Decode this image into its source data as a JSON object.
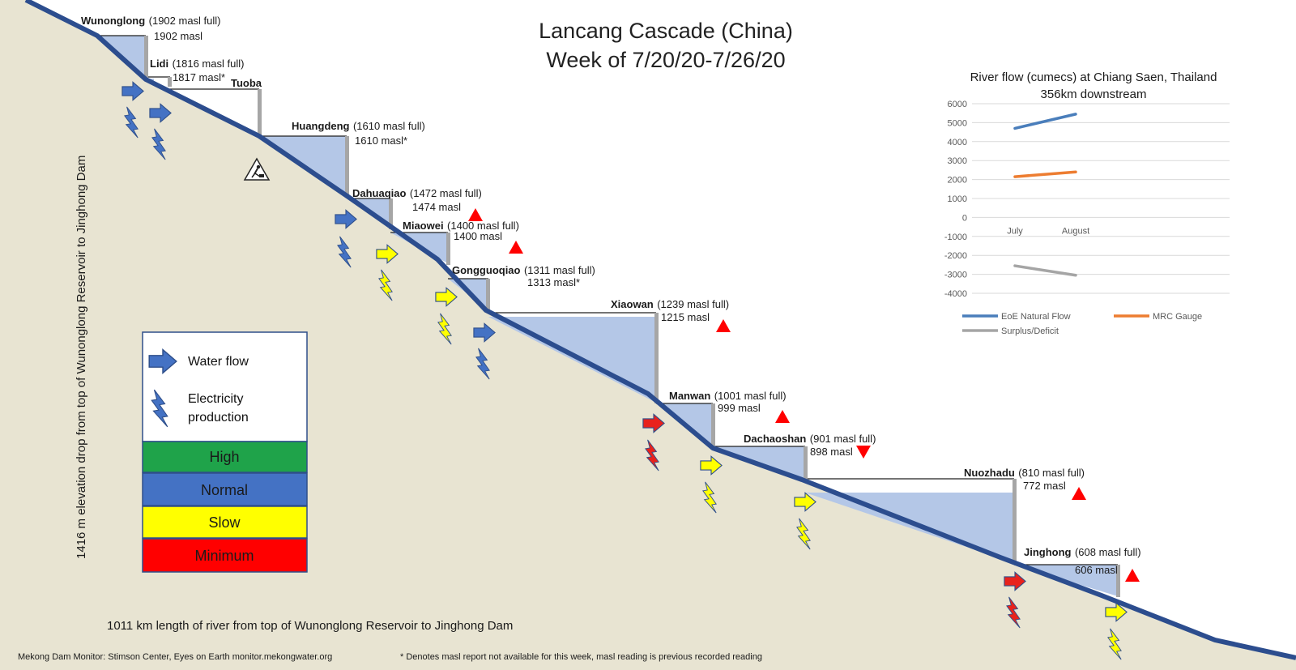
{
  "title": {
    "line1": "Lancang Cascade (China)",
    "line2": "Week of 7/20/20-7/26/20"
  },
  "y_axis_label": "1416 m elevation drop from top of  Wunonglong Reservoir to Jinghong Dam",
  "x_axis_label": "1011 km length of river from top of Wunonglong Reservoir to Jinghong Dam",
  "credit": "Mekong Dam Monitor: Stimson Center, Eyes on Earth  monitor.mekongwater.org",
  "footnote": "* Denotes masl report not available for this week, masl reading is previous recorded reading",
  "dams": [
    {
      "name": "Wunonglong",
      "full": "(1902 masl full)",
      "level": "1902 masl",
      "trend": "none",
      "flow": "normal",
      "power": "normal"
    },
    {
      "name": "Lidi",
      "full": "(1816 masl full)",
      "level": "1817 masl*",
      "trend": "none",
      "flow": "normal",
      "power": "normal"
    },
    {
      "name": "Tuoba",
      "full": "",
      "level": "",
      "trend": "none",
      "flow": "",
      "power": "",
      "construction_icon": "construction-sign-icon"
    },
    {
      "name": "Huangdeng",
      "full": "(1610 masl full)",
      "level": "1610 masl*",
      "trend": "none",
      "flow": "normal",
      "power": "normal"
    },
    {
      "name": "Dahuaqiao",
      "full": "(1472 masl full)",
      "level": "1474 masl",
      "trend": "up",
      "flow": "slow",
      "power": "slow"
    },
    {
      "name": "Miaowei",
      "full": "(1400 masl full)",
      "level": "1400 masl",
      "trend": "up",
      "flow": "slow",
      "power": "slow"
    },
    {
      "name": "Gongguoqiao",
      "full": "(1311 masl full)",
      "level": "1313 masl*",
      "trend": "none",
      "flow": "normal",
      "power": "normal"
    },
    {
      "name": "Xiaowan",
      "full": "(1239 masl full)",
      "level": "1215 masl",
      "trend": "up",
      "flow": "minimum",
      "power": "minimum"
    },
    {
      "name": "Manwan",
      "full": "(1001 masl full)",
      "level": "999 masl",
      "trend": "up",
      "flow": "slow",
      "power": "slow"
    },
    {
      "name": "Dachaoshan",
      "full": "(901 masl full)",
      "level": "898 masl",
      "trend": "down",
      "flow": "slow",
      "power": "slow"
    },
    {
      "name": "Nuozhadu",
      "full": "(810 masl full)",
      "level": "772 masl",
      "trend": "up",
      "flow": "minimum",
      "power": "minimum"
    },
    {
      "name": "Jinghong",
      "full": "(608 masl full)",
      "level": "606 masl",
      "trend": "up",
      "flow": "slow",
      "power": "slow"
    }
  ],
  "key": {
    "water_flow": "Water flow",
    "electricity": "Electricity",
    "production": "production",
    "levels": [
      {
        "label": "High",
        "color": "#1fa34a"
      },
      {
        "label": "Normal",
        "color": "#4472c4"
      },
      {
        "label": "Slow",
        "color": "#ffff00"
      },
      {
        "label": "Minimum",
        "color": "#ff0000"
      }
    ]
  },
  "colors": {
    "normal": "#4472c4",
    "slow": "#ffff00",
    "minimum": "#e8221c",
    "river": "#2c4d8e",
    "reservoir": "#b4c7e7",
    "ground": "#e8e4d2",
    "trend_marker": "#ff0000",
    "eoe_series": "#4a7ebb",
    "mrc_series": "#ed7d31",
    "surplus_series": "#a5a5a5"
  },
  "chart_data": {
    "type": "line",
    "title_line1": "River flow (cumecs) at Chiang Saen, Thailand",
    "title_line2": "356km downstream",
    "categories": [
      "July",
      "August"
    ],
    "ylim": [
      -4000,
      6000
    ],
    "yticks": [
      6000,
      5000,
      4000,
      3000,
      2000,
      1000,
      0,
      -1000,
      -2000,
      -3000,
      -4000
    ],
    "grid": true,
    "legend_position": "bottom",
    "series": [
      {
        "name": "EoE Natural Flow",
        "values": [
          4700,
          5450
        ],
        "color": "#4a7ebb"
      },
      {
        "name": "MRC Gauge",
        "values": [
          2150,
          2400
        ],
        "color": "#ed7d31"
      },
      {
        "name": "Surplus/Deficit",
        "values": [
          -2550,
          -3050
        ],
        "color": "#a5a5a5"
      }
    ]
  }
}
